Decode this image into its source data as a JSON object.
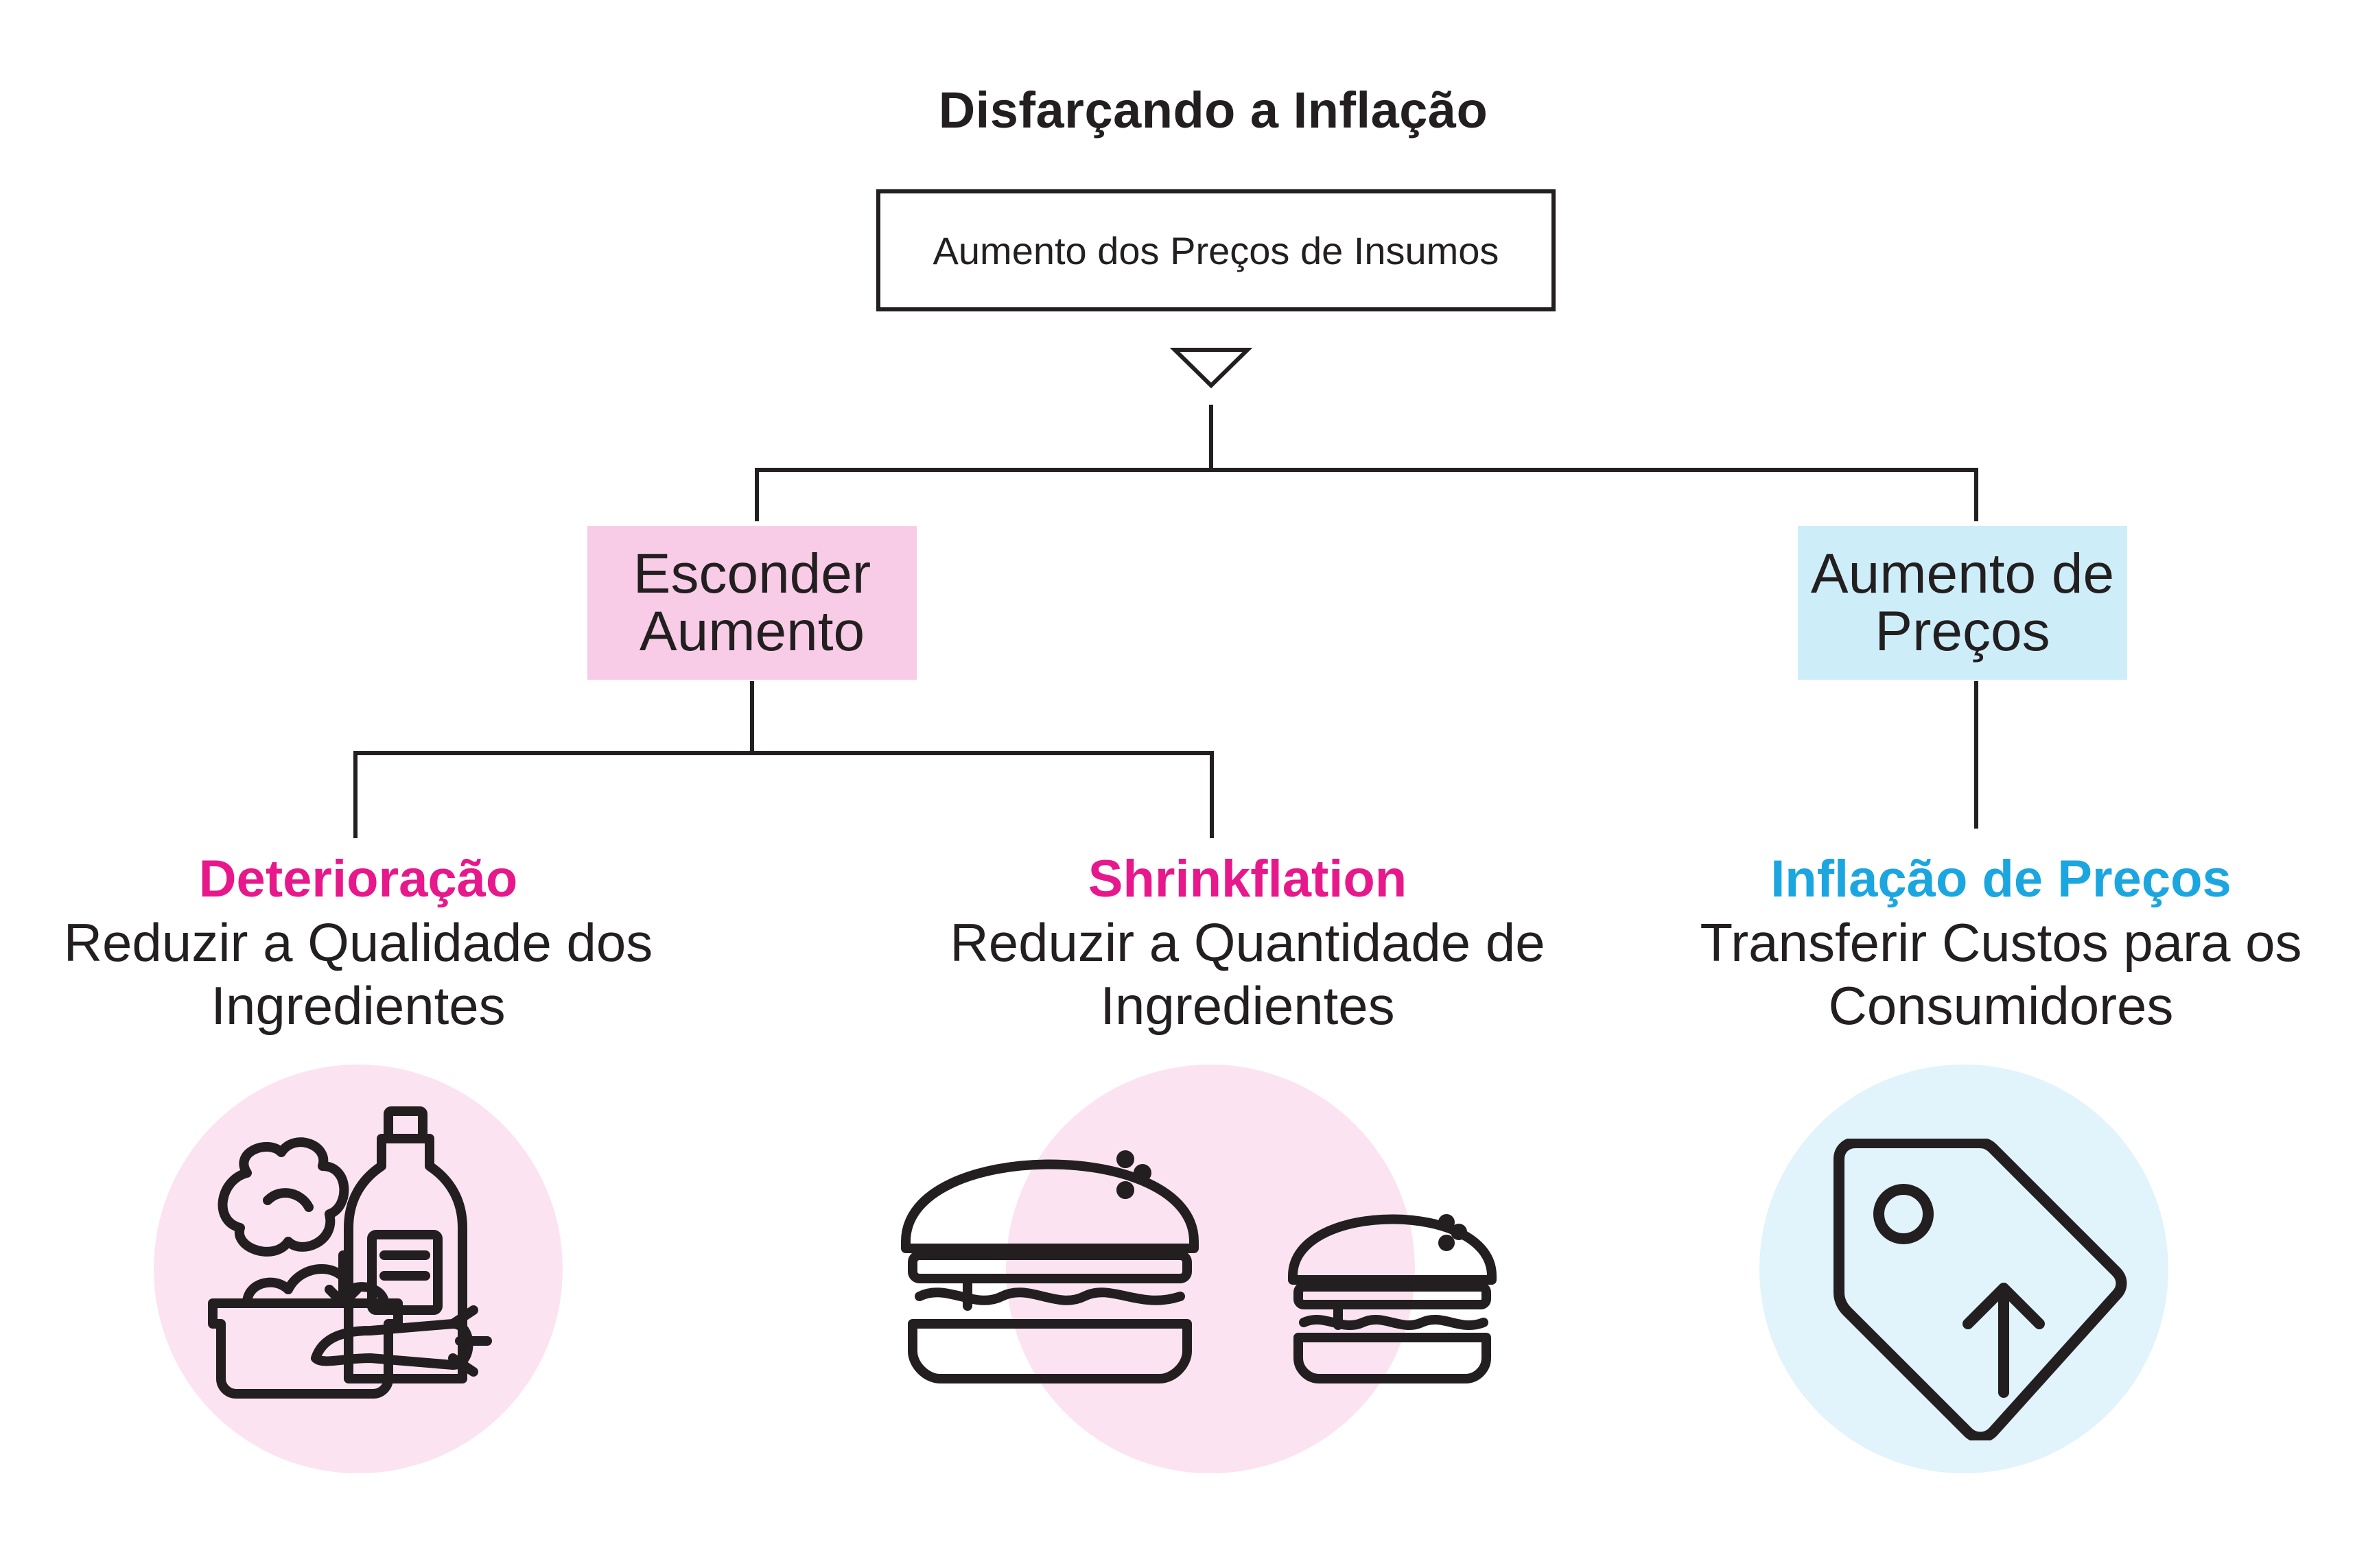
{
  "title": "Disfarçando a Inflação",
  "top_node": {
    "label": "Aumento dos Preços de Insumos"
  },
  "mid_nodes": {
    "left": {
      "label": "Esconder Aumento",
      "color": "#f8cce6"
    },
    "right": {
      "label": "Aumento de Preços",
      "color": "#cdeef9"
    }
  },
  "leaves": [
    {
      "heading": "Deterioração",
      "description": "Reduzir a Qualidade dos Ingredientes",
      "color": "#e6188b",
      "icon": "groceries-icon"
    },
    {
      "heading": "Shrinkflation",
      "description": "Reduzir a Quantidade de Ingredientes",
      "color": "#e6188b",
      "icon": "burgers-icon"
    },
    {
      "heading": "Inflação de Preços",
      "description": "Transferir Custos para os Consumidores",
      "color": "#1ca6e0",
      "icon": "price-tag-up-icon"
    }
  ]
}
